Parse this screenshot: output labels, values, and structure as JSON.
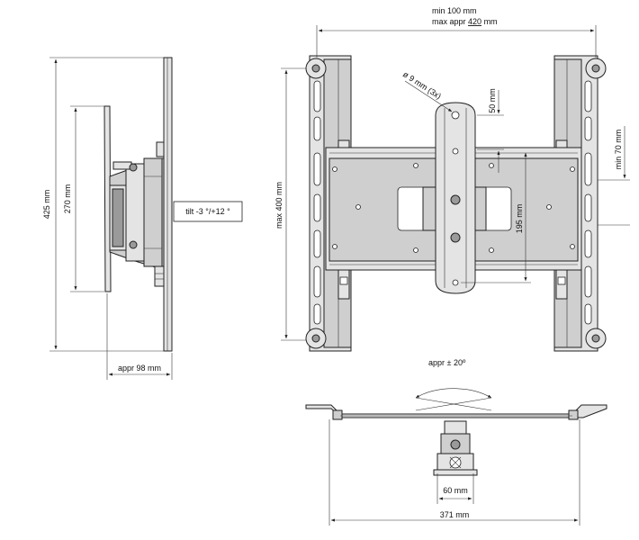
{
  "dimensions": {
    "side_height_total": "425 mm",
    "side_height_inner": "270 mm",
    "tilt": "tilt -3 °/+12 °",
    "depth": "appr 98 mm",
    "front_min_width": "min 100 mm",
    "front_max_width_prefix": "max appr ",
    "front_max_width_value": "420",
    "front_max_width_unit": " mm",
    "front_max_height": "max 400 mm",
    "hole_diameter": "ø 9 mm (3x)",
    "bracket_top_offset": "50 mm",
    "min_offset": "min 70 mm",
    "bracket_span": "195 mm",
    "swivel": "appr ± 20º",
    "base_width": "60 mm",
    "total_width": "371 mm"
  }
}
